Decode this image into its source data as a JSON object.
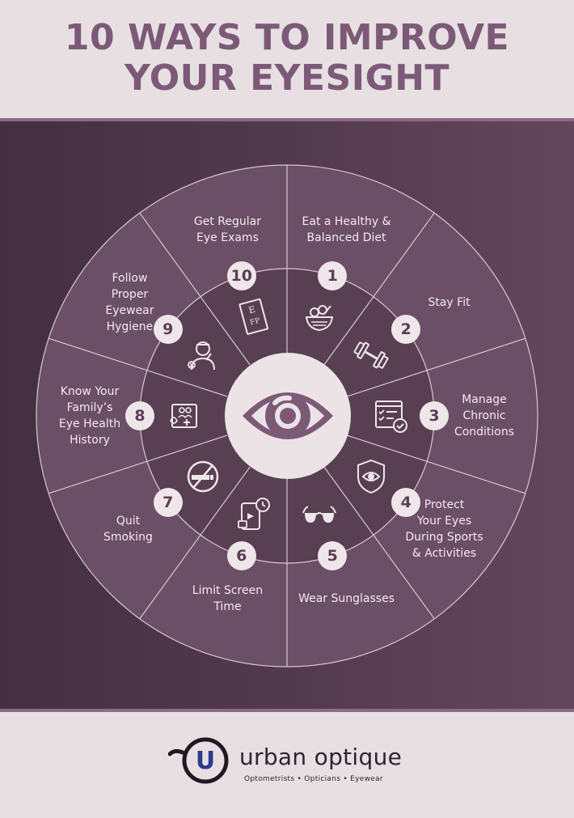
{
  "title_line1": "10 WAYS TO IMPROVE",
  "title_line2": "YOUR EYESIGHT",
  "colors": {
    "accent": "#7c5a77",
    "panel": "#523a4d",
    "page": "#e8dfe3",
    "brand_blue": "#2e3a8c"
  },
  "center_icon": "eye-icon",
  "tips": [
    {
      "number": "1",
      "label": "Eat a Healthy &\nBalanced Diet",
      "icon": "salad-bowl-icon"
    },
    {
      "number": "2",
      "label": "Stay Fit",
      "icon": "dumbbell-icon"
    },
    {
      "number": "3",
      "label": "Manage\nChronic\nConditions",
      "icon": "checklist-icon"
    },
    {
      "number": "4",
      "label": "Protect\nYour Eyes\nDuring Sports\n& Activities",
      "icon": "shield-eye-icon"
    },
    {
      "number": "5",
      "label": "Wear Sunglasses",
      "icon": "sunglasses-icon"
    },
    {
      "number": "6",
      "label": "Limit Screen\nTime",
      "icon": "screen-time-icon"
    },
    {
      "number": "7",
      "label": "Quit\nSmoking",
      "icon": "no-smoking-icon"
    },
    {
      "number": "8",
      "label": "Know Your\nFamily’s\nEye Health\nHistory",
      "icon": "family-history-icon"
    },
    {
      "number": "9",
      "label": "Follow\nProper\nEyewear\nHygiene",
      "icon": "cleaning-person-icon"
    },
    {
      "number": "10",
      "label": "Get Regular\nEye Exams",
      "icon": "eye-chart-icon"
    }
  ],
  "brand": {
    "logo_letter": "U",
    "name": "urban optique",
    "tagline": "Optometrists • Opticians • Eyewear"
  }
}
